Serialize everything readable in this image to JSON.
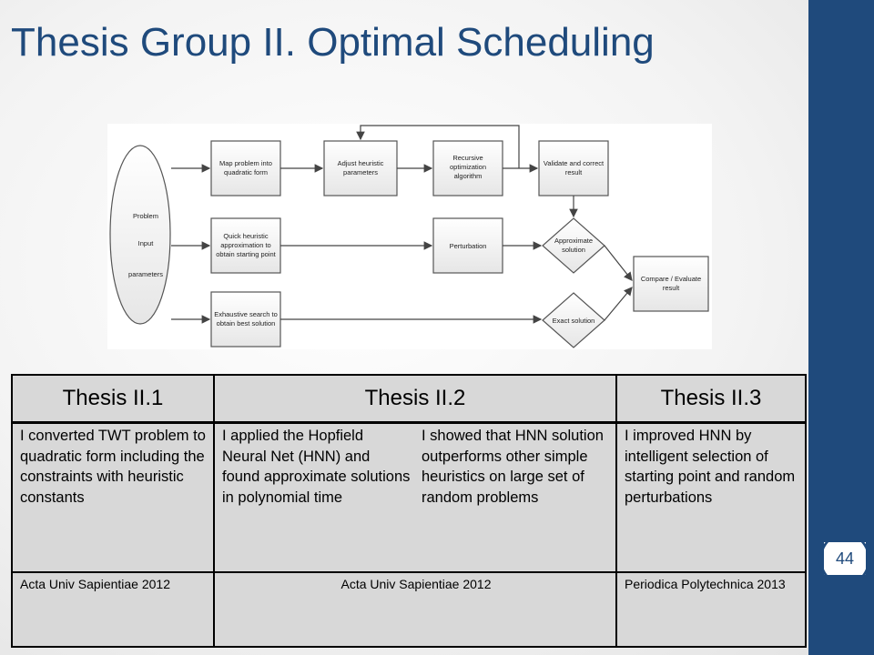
{
  "slide": {
    "title": "Thesis Group II. Optimal Scheduling",
    "page_number": "44",
    "accent_color": "#1f4a7c"
  },
  "diagram": {
    "start_lines": [
      "Problem",
      "Input",
      "parameters"
    ],
    "nodes": {
      "map": [
        "Map problem into",
        "quadratic form"
      ],
      "adjust": [
        "Adjust heuristic",
        "parameters"
      ],
      "recursive": [
        "Recursive",
        "optimization",
        "algorithm"
      ],
      "validate": [
        "Validate and correct",
        "result"
      ],
      "quick": [
        "Quick heuristic",
        "approximation to",
        "obtain starting point"
      ],
      "perturbation": [
        "Perturbation"
      ],
      "approx": [
        "Approximate",
        "solution"
      ],
      "exhaustive": [
        "Exhaustive search to",
        "obtain best solution"
      ],
      "exact": [
        "Exact solution"
      ],
      "compare": [
        "Compare / Evaluate",
        "result"
      ]
    }
  },
  "table": {
    "headers": [
      "Thesis II.1",
      "Thesis II.2",
      "Thesis II.3"
    ],
    "cells": {
      "t1": "I converted TWT problem to quadratic form including the constraints with heuristic constants",
      "t2a": "I applied the Hopfield Neural Net (HNN) and found approximate solutions in polynomial time",
      "t2b": "I showed that HNN solution outperforms other simple heuristics on large set of random problems",
      "t3": "I improved HNN by intelligent selection of starting point and random perturbations"
    },
    "refs": [
      "Acta Univ Sapientiae 2012",
      "Acta Univ Sapientiae 2012",
      "Periodica Polytechnica 2013"
    ]
  }
}
